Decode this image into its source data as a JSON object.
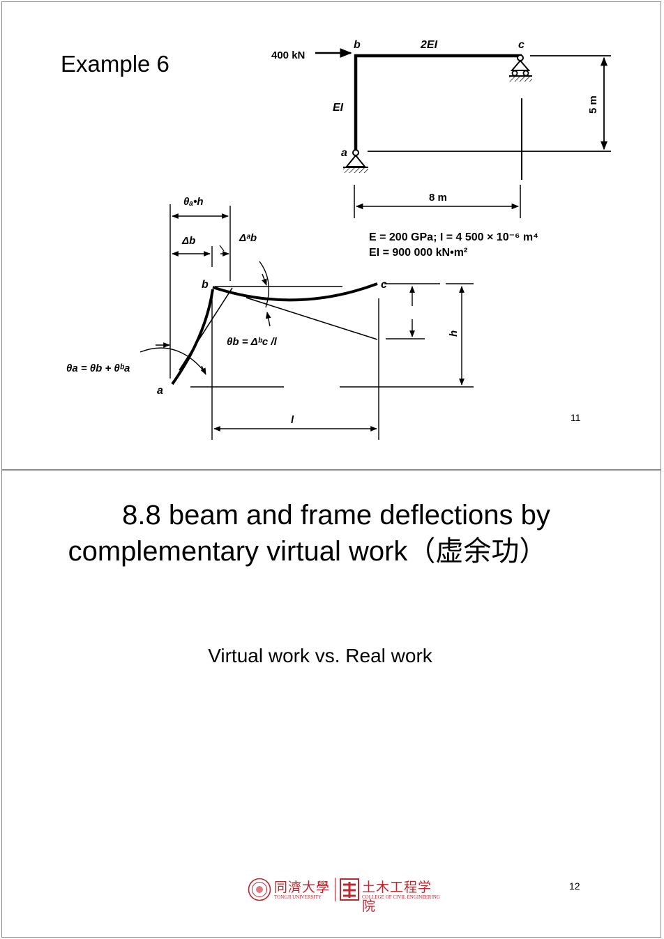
{
  "slide11": {
    "title": "Example 6",
    "page_number": "11",
    "frame": {
      "load": "400 kN",
      "node_b": "b",
      "node_c": "c",
      "node_a": "a",
      "beam_stiffness": "2EI",
      "column_stiffness": "EI",
      "height": "5 m",
      "span": "8 m",
      "props_line1": "E = 200 GPa; I = 4 500 × 10⁻⁶ m⁴",
      "props_line2": "EI = 900 000 kN•m²"
    },
    "deflected": {
      "theta_a_h": "θₐ•h",
      "delta_b": "Δb",
      "delta_b_a": "Δᵃb",
      "node_b": "b",
      "node_c": "c",
      "node_a": "a",
      "theta_b_eq": "θb = Δᵇc /l",
      "theta_a_eq": "θa = θb + θᵇa",
      "dim_h": "h",
      "dim_l": "l"
    }
  },
  "slide12": {
    "heading_line1": "8.8 beam and frame deflections by",
    "heading_line2": "complementary virtual work（虚余功）",
    "subtitle": "Virtual work vs. Real work",
    "page_number": "12",
    "logo_tongji": "同濟大學",
    "logo_tongji_en": "TONGJI UNIVERSITY",
    "logo_college": "土木工程学院",
    "logo_college_en": "COLLEGE OF CIVIL ENGINEERING",
    "accent_color": "#c0262d"
  }
}
